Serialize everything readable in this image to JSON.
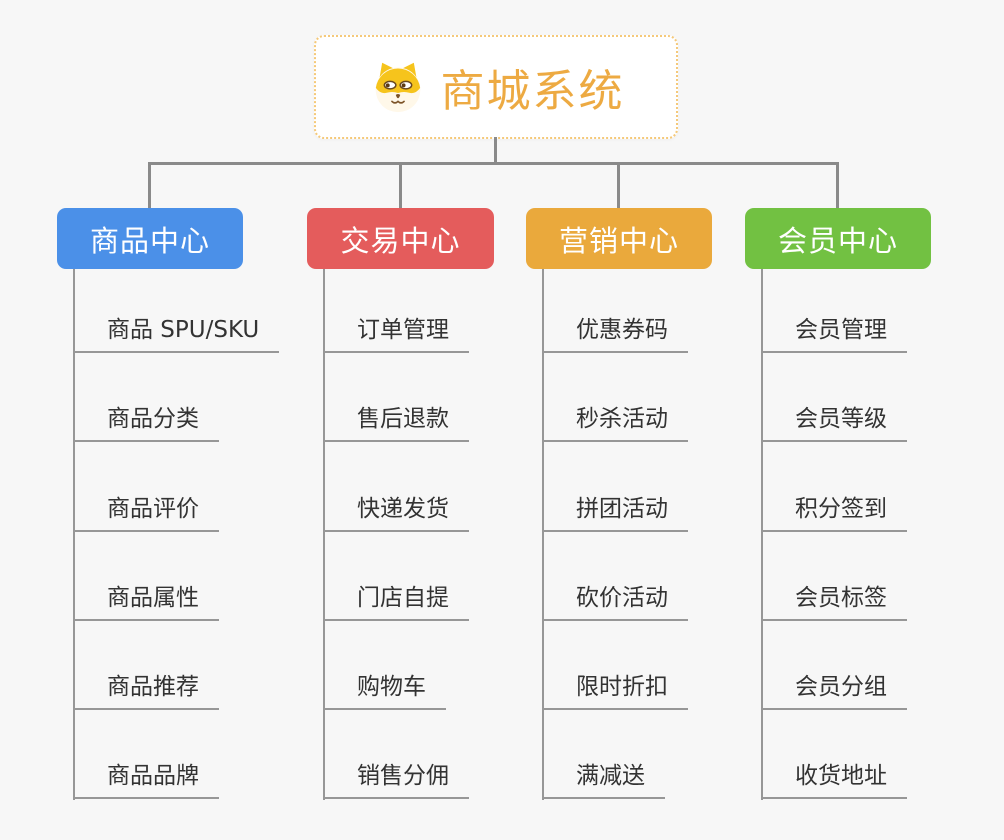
{
  "root": {
    "title": "商城系统",
    "icon": "dog-face-icon"
  },
  "colors": {
    "page_bg": "#f7f7f7",
    "connector": "#8a8a8a",
    "underline": "#979797",
    "item_text": "#333333",
    "root_text": "#edaa42",
    "root_border": "#f5c97a",
    "root_bg": "#ffffff",
    "box_text": "#ffffff"
  },
  "branches": [
    {
      "label": "商品中心",
      "color": "#4b90e8",
      "items": [
        "商品 SPU/SKU",
        "商品分类",
        "商品评价",
        "商品属性",
        "商品推荐",
        "商品品牌"
      ]
    },
    {
      "label": "交易中心",
      "color": "#e45c5c",
      "items": [
        "订单管理",
        "售后退款",
        "快递发货",
        "门店自提",
        "购物车",
        "销售分佣"
      ]
    },
    {
      "label": "营销中心",
      "color": "#eaa93c",
      "items": [
        "优惠券码",
        "秒杀活动",
        "拼团活动",
        "砍价活动",
        "限时折扣",
        "满减送"
      ]
    },
    {
      "label": "会员中心",
      "color": "#72c142",
      "items": [
        "会员管理",
        "会员等级",
        "积分签到",
        "会员标签",
        "会员分组",
        "收货地址"
      ]
    }
  ]
}
